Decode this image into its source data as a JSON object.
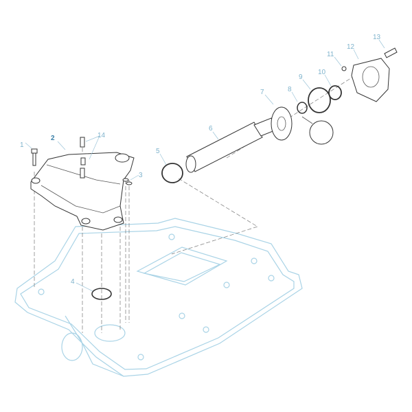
{
  "diagram": {
    "callouts": [
      {
        "id": "1",
        "text": "1"
      },
      {
        "id": "2",
        "text": "2",
        "emphasized": true
      },
      {
        "id": "3",
        "text": "3"
      },
      {
        "id": "4",
        "text": "4"
      },
      {
        "id": "5",
        "text": "5"
      },
      {
        "id": "6",
        "text": "6"
      },
      {
        "id": "7",
        "text": "7"
      },
      {
        "id": "8",
        "text": "8"
      },
      {
        "id": "9",
        "text": "9"
      },
      {
        "id": "10",
        "text": "10"
      },
      {
        "id": "11",
        "text": "11"
      },
      {
        "id": "12",
        "text": "12"
      },
      {
        "id": "13",
        "text": "13"
      },
      {
        "id": "14",
        "text": "14"
      }
    ],
    "colors": {
      "callout": "#7fb3cc",
      "callout_emphasized": "#3a7fa8",
      "housing": "#a9d3e6",
      "parts": "#333333"
    }
  }
}
